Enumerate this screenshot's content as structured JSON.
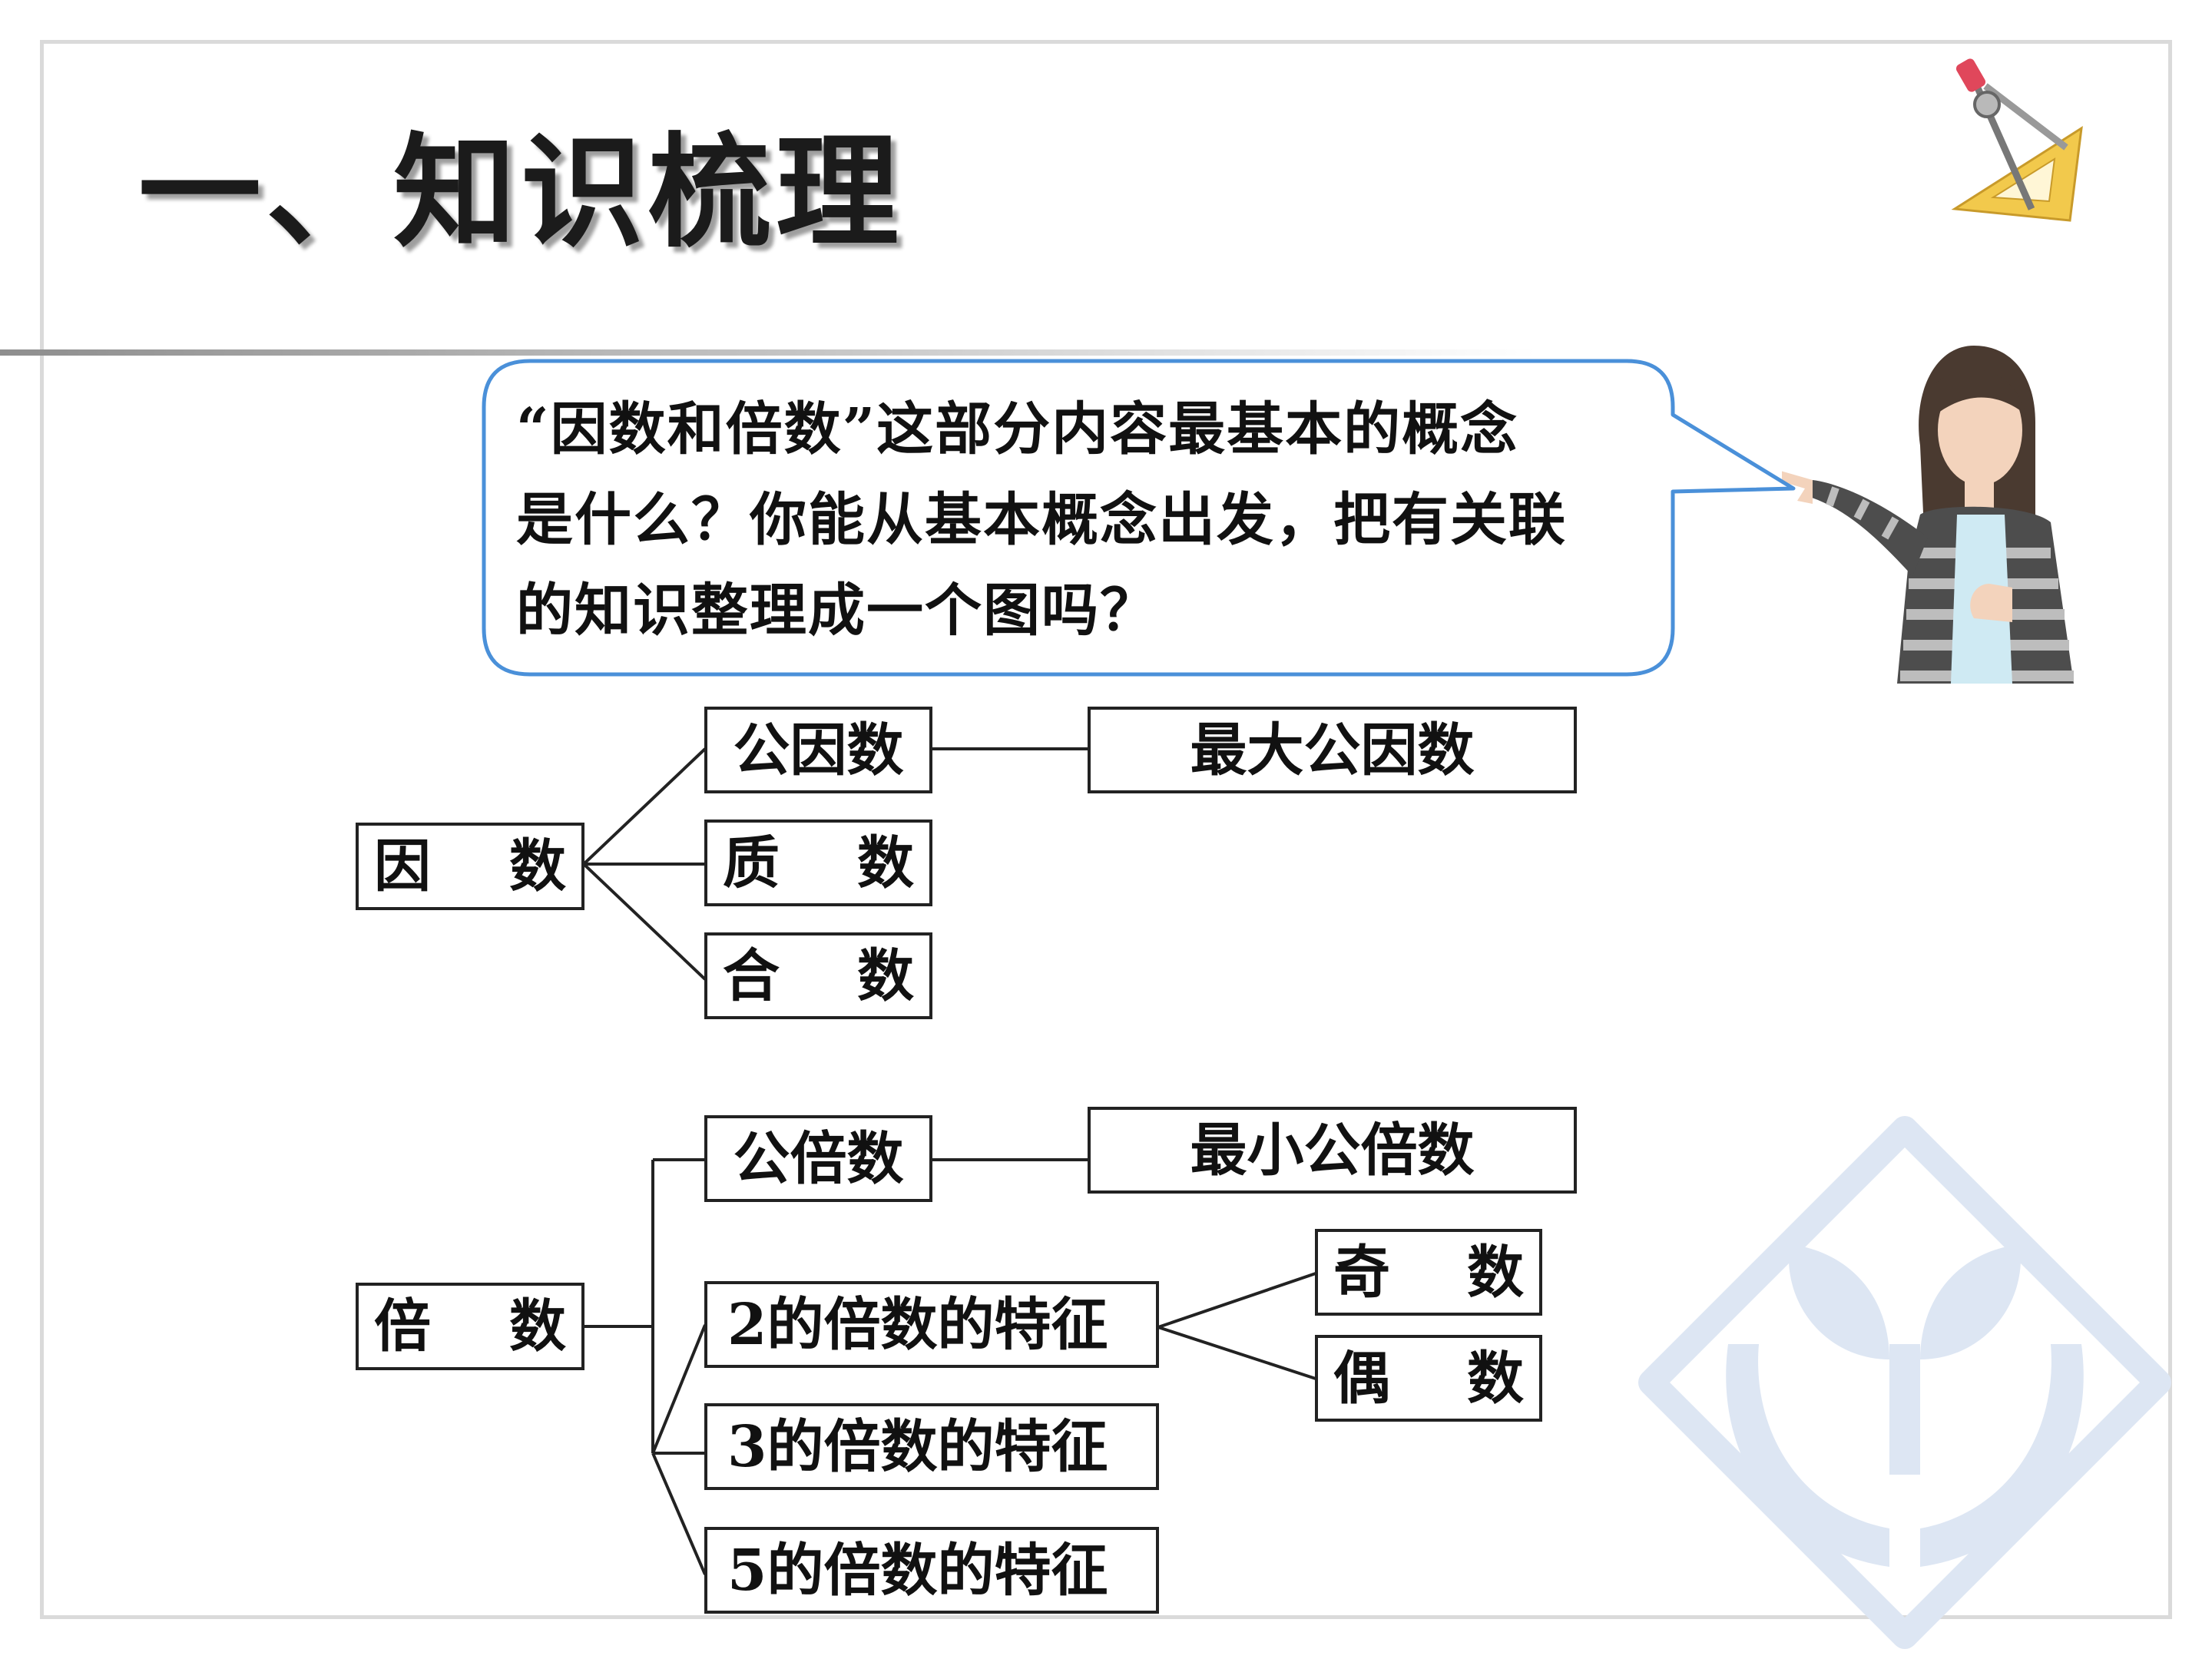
{
  "slide": {
    "title": "一、知识梳理"
  },
  "bubble": {
    "lines": [
      "“因数和倍数”这部分内容最基本的概念",
      "是什么？你能从基本概念出发，把有关联",
      "的知识整理成一个图吗？"
    ]
  },
  "factor_tree": {
    "root": [
      "因",
      "数"
    ],
    "common_factor": "公因数",
    "gcf": "最大公因数",
    "prime": [
      "质",
      "数"
    ],
    "composite": [
      "合",
      "数"
    ]
  },
  "multiple_tree": {
    "root": [
      "倍",
      "数"
    ],
    "common_multiple": "公倍数",
    "lcm": "最小公倍数",
    "div2": "2的倍数的特征",
    "odd": [
      "奇",
      "数"
    ],
    "even": [
      "偶",
      "数"
    ],
    "div3": "3的倍数的特征",
    "div5": "5的倍数的特征"
  },
  "colors": {
    "bubble_border": "#4a90d9",
    "line": "#222222",
    "watermark": "#dde6f3"
  }
}
